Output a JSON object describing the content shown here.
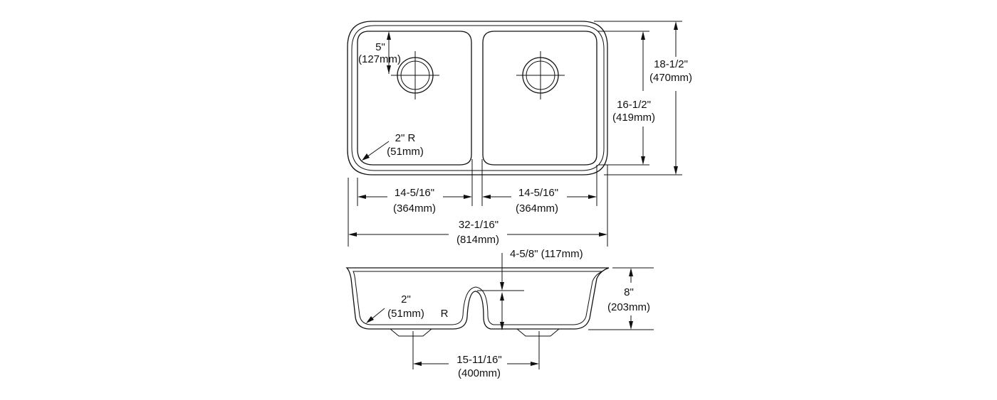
{
  "diagram": {
    "top_view": {
      "drain_offset_in": "5\"",
      "drain_offset_mm": "(127mm)",
      "corner_radius_in": "2\" R",
      "corner_radius_mm": "(51mm)",
      "inner_depth_in": "16-1/2\"",
      "inner_depth_mm": "(419mm)",
      "outer_depth_in": "18-1/2\"",
      "outer_depth_mm": "(470mm)",
      "left_bowl_width_in": "14-5/16\"",
      "left_bowl_width_mm": "(364mm)",
      "right_bowl_width_in": "14-5/16\"",
      "right_bowl_width_mm": "(364mm)",
      "overall_width_in": "32-1/16\"",
      "overall_width_mm": "(814mm)"
    },
    "side_view": {
      "divider_depth": "4-5/8\" (117mm)",
      "corner_radius_in": "2\"",
      "corner_radius_mm": "(51mm)",
      "corner_radius_suffix": "R",
      "bowl_depth_in": "8\"",
      "bowl_depth_mm": "(203mm)",
      "drain_spacing_in": "15-11/16\"",
      "drain_spacing_mm": "(400mm)"
    }
  }
}
